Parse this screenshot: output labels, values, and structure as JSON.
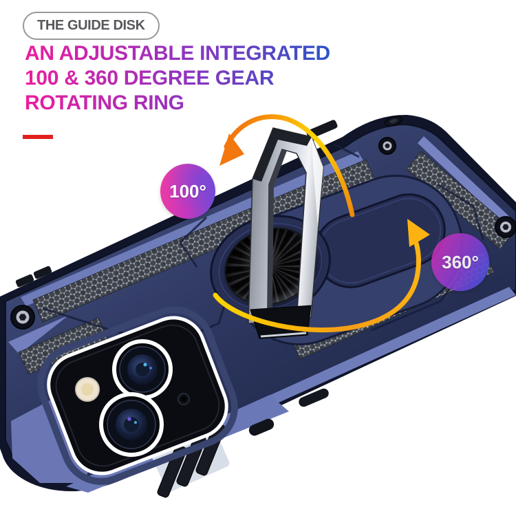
{
  "pill": {
    "label": "THE GUIDE DISK"
  },
  "headline": {
    "line1": "AN ADJUSTABLE INTEGRATED",
    "line2": "100 & 360 DEGREE GEAR",
    "line3": "ROTATING RING"
  },
  "callouts": {
    "gear_angle_label": "100°",
    "rotation_angle_label": "360°"
  },
  "colors": {
    "headline_pink": "#ed1c9d",
    "headline_purple": "#8e35c0",
    "headline_blue": "#2456c8",
    "underline_red": "#e1201e",
    "pill_border": "#97989c",
    "pill_text": "#57585c",
    "badge100_from": "#ee3ba4",
    "badge100_to": "#6a4cd6",
    "badge360_from": "#c82fb3",
    "badge360_to": "#4052de",
    "arrow_yellow": "#ffd400",
    "arrow_orange": "#f2770f",
    "case_navy": "#323c63",
    "case_accent_periwinkle": "#6f7cba"
  }
}
